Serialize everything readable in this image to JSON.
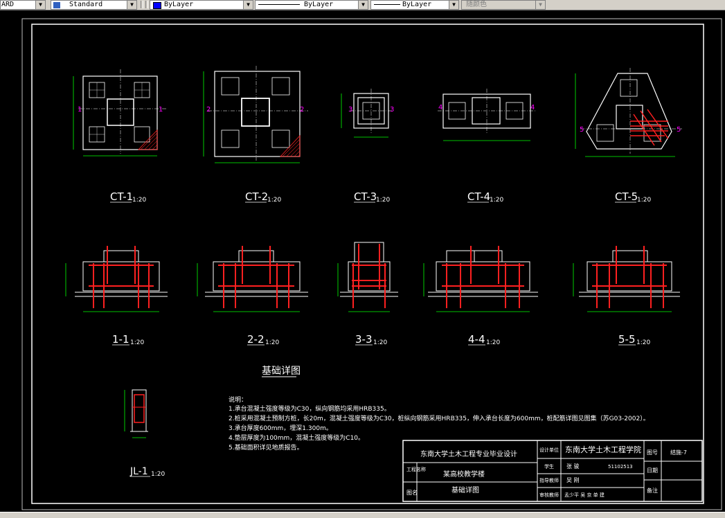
{
  "toolbar": {
    "text_style": "ARD",
    "dim_style": "Standard",
    "layer": "ByLayer",
    "linetype": "ByLayer",
    "lineweight": "ByLayer",
    "plot_style": "随颜色",
    "color_layer_hex": "#0000ff"
  },
  "drawing": {
    "plan_titles": [
      {
        "name": "CT-1",
        "scale": "1:20"
      },
      {
        "name": "CT-2",
        "scale": "1:20"
      },
      {
        "name": "CT-3",
        "scale": "1:20"
      },
      {
        "name": "CT-4",
        "scale": "1:20"
      },
      {
        "name": "CT-5",
        "scale": "1:20"
      }
    ],
    "section_titles": [
      {
        "name": "1-1",
        "scale": "1:20"
      },
      {
        "name": "2-2",
        "scale": "1:20"
      },
      {
        "name": "3-3",
        "scale": "1:20"
      },
      {
        "name": "4-4",
        "scale": "1:20"
      },
      {
        "name": "5-5",
        "scale": "1:20"
      }
    ],
    "section_marks": [
      "1",
      "2",
      "3",
      "4",
      "5"
    ],
    "beam_title": {
      "name": "JL-1",
      "scale": "1:20"
    },
    "sheet_title": "基础详图",
    "notes_header": "说明：",
    "notes": [
      "1.承台混凝土强度等级为C30，纵向钢筋均采用HRB335。",
      "2.桩采用混凝土预制方桩，长20m，混凝土强度等级为C30，桩纵向钢筋采用HRB335，伸入承台长度为600mm，桩配筋详图见图集（苏G03-2002）。",
      "3.承台厚度600mm，埋深1.300m。",
      "4.垫层厚度为100mm，混凝土强度等级为C10。",
      "5.基础面积详见地质报告。"
    ],
    "title_block": {
      "school": "东南大学土木工程专业毕业设计",
      "project_label": "工程名称",
      "project": "某高校教学楼",
      "drawing_label": "图名",
      "drawing_name": "基础详图",
      "institute_label": "设计单位",
      "institute": "东南大学土木工程学院",
      "student_label": "学生",
      "student": "张 骏",
      "student_id": "51102513",
      "advisor_label": "指导教师",
      "advisor": "吴 刚",
      "reviewer_label": "审核教师",
      "reviewer": "孟少平  吴 京  单 建",
      "sheet_no_label": "图号",
      "sheet_no": "结施-7",
      "date_label": "日期",
      "remark_label": "备注"
    }
  }
}
